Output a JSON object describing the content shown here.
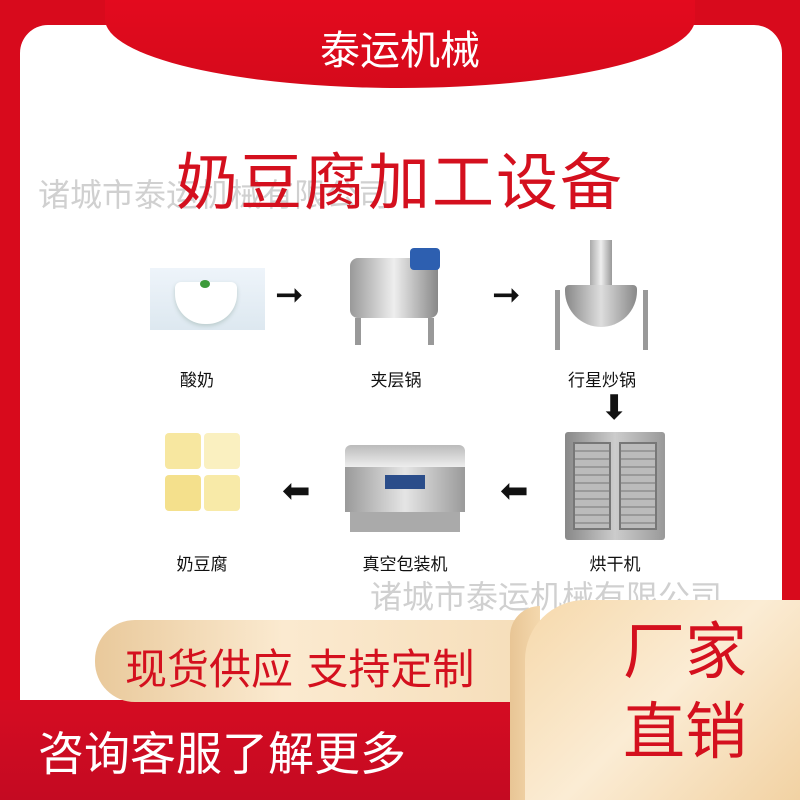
{
  "header": {
    "brand": "泰运机械"
  },
  "main": {
    "title": "奶豆腐加工设备"
  },
  "watermarks": [
    "诸城市泰运机械有限公司",
    "诸城市泰运机械有限公司"
  ],
  "process": {
    "steps": [
      {
        "label": "酸奶",
        "icon": "yogurt-image"
      },
      {
        "label": "夹层锅",
        "icon": "jacketed-kettle-image"
      },
      {
        "label": "行星炒锅",
        "icon": "planetary-wok-image"
      },
      {
        "label": "烘干机",
        "icon": "dryer-image"
      },
      {
        "label": "真空包装机",
        "icon": "vacuum-packer-image"
      },
      {
        "label": "奶豆腐",
        "icon": "milk-tofu-image"
      }
    ],
    "arrows": {
      "right": "➞",
      "down": "⬇",
      "left": "⬅"
    }
  },
  "footer": {
    "slogan": "现货供应  支持定制",
    "badge_line1": "厂家",
    "badge_line2": "直销",
    "cta": "咨询客服了解更多"
  },
  "colors": {
    "brand_red": "#d80a1c",
    "gold": "#f6d9ac"
  }
}
